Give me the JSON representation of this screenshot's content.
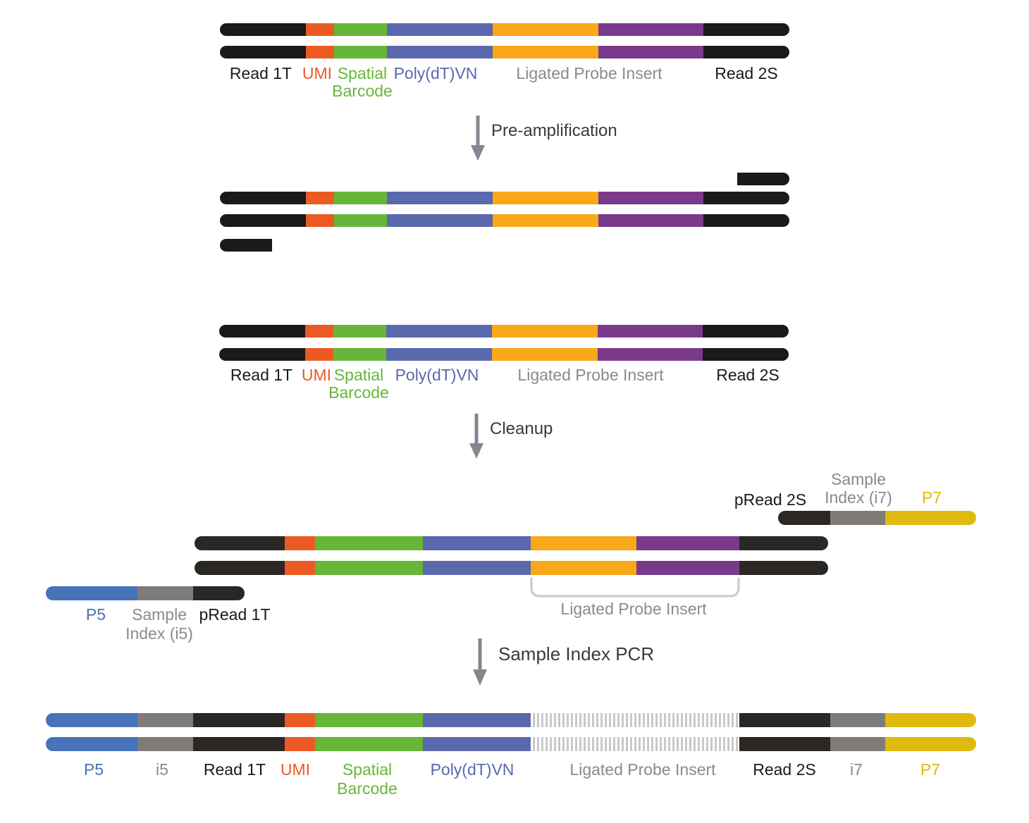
{
  "colors": {
    "read": "#1a1a1a",
    "read_dark": "#2b2724",
    "umi": "#ec5a23",
    "barcode": "#67b638",
    "polydt": "#5a68ad",
    "insert": "#f8a818",
    "purple": "#7a3a8c",
    "index": "#7f7b78",
    "p5": "#4773b8",
    "p7": "#e0b90e",
    "arrow": "#8a8490",
    "label_dark": "#1a1a1a",
    "label_gray": "#8a8a8a",
    "label_step": "#3a3a3a"
  },
  "labels": {
    "read1t": "Read 1T",
    "umi": "UMI",
    "spatial": "Spatial",
    "barcode": "Barcode",
    "polydt": "Poly(dT)VN",
    "ligated_probe_insert": "Ligated Probe Insert",
    "read2s": "Read 2S",
    "pread2s": "pRead 2S",
    "sample": "Sample",
    "index_i7": "Index (i7)",
    "index_i5": "Index (i5)",
    "p7": "P7",
    "p5": "P5",
    "pread1t": "pRead 1T",
    "i5": "i5",
    "i7": "i7"
  },
  "steps": {
    "pre_amplification": "Pre-amplification",
    "cleanup": "Cleanup",
    "sample_index_pcr": "Sample Index PCR"
  }
}
